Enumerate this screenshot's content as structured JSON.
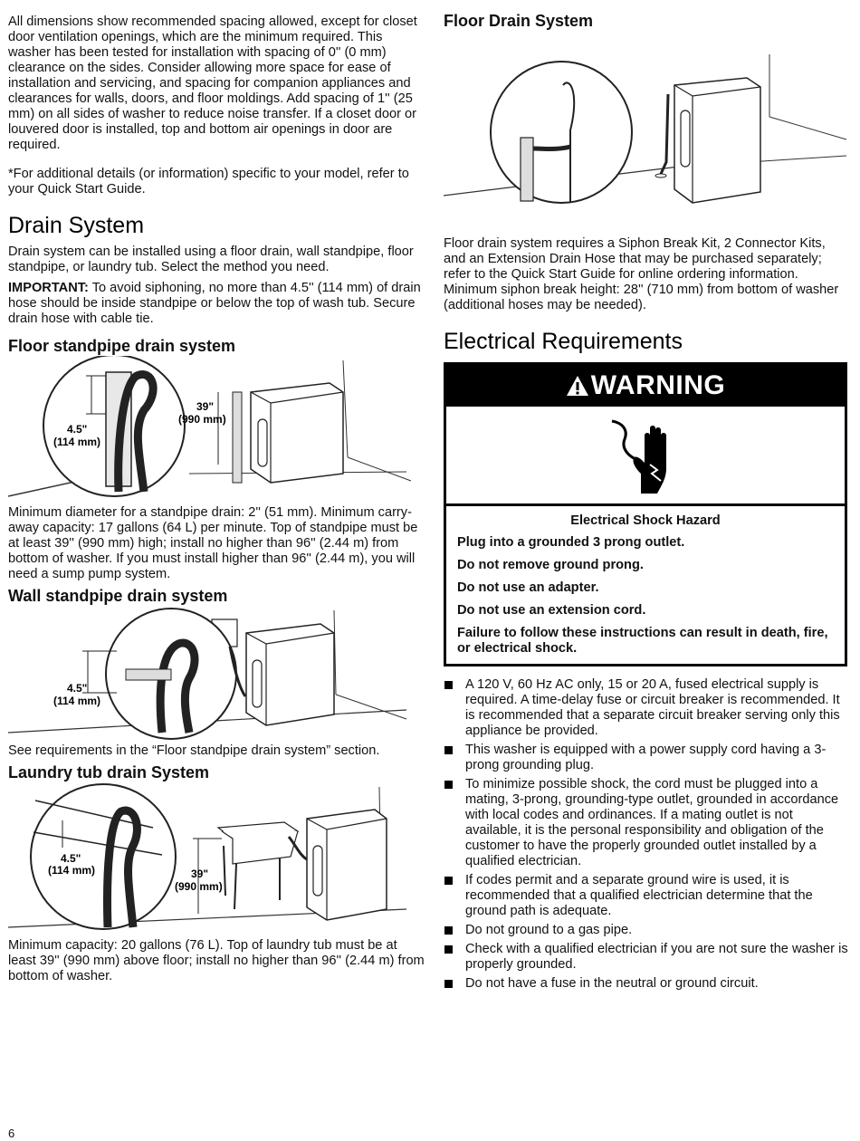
{
  "intro": {
    "para1": "All dimensions show recommended spacing allowed, except for closet door ventilation openings, which are the minimum required. This washer has been tested for installation with spacing of 0'' (0 mm) clearance on the sides. Consider allowing more space for ease of installation and servicing, and spacing for companion appliances and clearances for walls, doors, and floor moldings. Add spacing of 1'' (25 mm) on all sides of washer to reduce noise transfer. If a closet door or louvered door is installed, top and bottom air openings in door are required.",
    "para2": "*For additional details (or information) specific to your model, refer to your Quick Start Guide."
  },
  "drain": {
    "title": "Drain System",
    "para1": "Drain system can be installed using a floor drain, wall standpipe, floor standpipe, or laundry tub. Select the method you need.",
    "important_label": "IMPORTANT:",
    "important_text": " To avoid siphoning, no more than 4.5'' (114 mm) of drain hose should be inside standpipe or below the top of wash tub. Secure drain hose with cable tie.",
    "floor_standpipe": {
      "title": "Floor standpipe drain system",
      "label_a1": "4.5\"",
      "label_a2": "(114 mm)",
      "label_b1": "39\"",
      "label_b2": "(990 mm)",
      "text": "Minimum diameter for a standpipe drain: 2'' (51 mm). Minimum carry-away capacity: 17 gallons (64 L) per minute. Top of standpipe must be at least 39'' (990 mm) high; install no higher than 96'' (2.44 m) from bottom of washer. If you must install higher than 96'' (2.44 m), you will need a sump pump system."
    },
    "wall_standpipe": {
      "title": "Wall standpipe drain system",
      "label_a1": "4.5\"",
      "label_a2": "(114 mm)",
      "text": "See requirements in the “Floor standpipe drain system” section."
    },
    "laundry_tub": {
      "title": "Laundry tub drain System",
      "label_a1": "4.5\"",
      "label_a2": "(114 mm)",
      "label_b1": "39\"",
      "label_b2": "(990 mm)",
      "text": "Minimum capacity: 20 gallons (76 L). Top of laundry tub must be at least 39'' (990 mm) above floor; install no higher than 96'' (2.44 m) from bottom of washer."
    }
  },
  "floor_drain": {
    "title": "Floor Drain System",
    "text": "Floor drain system requires a Siphon Break Kit, 2 Connector Kits, and an Extension Drain Hose that may be purchased separately; refer to the Quick Start Guide for online ordering information. Minimum siphon break height: 28'' (710 mm) from bottom of washer (additional hoses may be needed)."
  },
  "electrical": {
    "title": "Electrical Requirements",
    "warning_title": "WARNING",
    "hazard": "Electrical Shock Hazard",
    "lines": [
      "Plug into a grounded 3 prong outlet.",
      "Do not remove ground prong.",
      "Do not use an adapter.",
      "Do not use an extension cord.",
      "Failure to follow these instructions can result in death, fire, or electrical shock."
    ],
    "bullets": [
      "A 120 V, 60 Hz AC only, 15 or 20 A, fused electrical supply is required. A time-delay fuse or circuit breaker is recommended. It is recommended that a separate circuit breaker serving only this appliance be provided.",
      "This washer is equipped with a power supply cord having a 3-prong grounding plug.",
      "To minimize possible shock, the cord must be plugged into a mating, 3-prong, grounding-type outlet, grounded in accordance with local codes and ordinances. If a mating outlet is not available, it is the personal responsibility and obligation of the customer to have the properly grounded outlet installed by a qualified electrician.",
      "If codes permit and a separate ground wire is used, it is recommended that a qualified electrician determine that the ground path is adequate.",
      "Do not ground to a gas pipe.",
      "Check with a qualified electrician if you are not sure the washer is properly grounded.",
      "Do not have a fuse in the neutral or ground circuit."
    ]
  },
  "page_number": "6"
}
